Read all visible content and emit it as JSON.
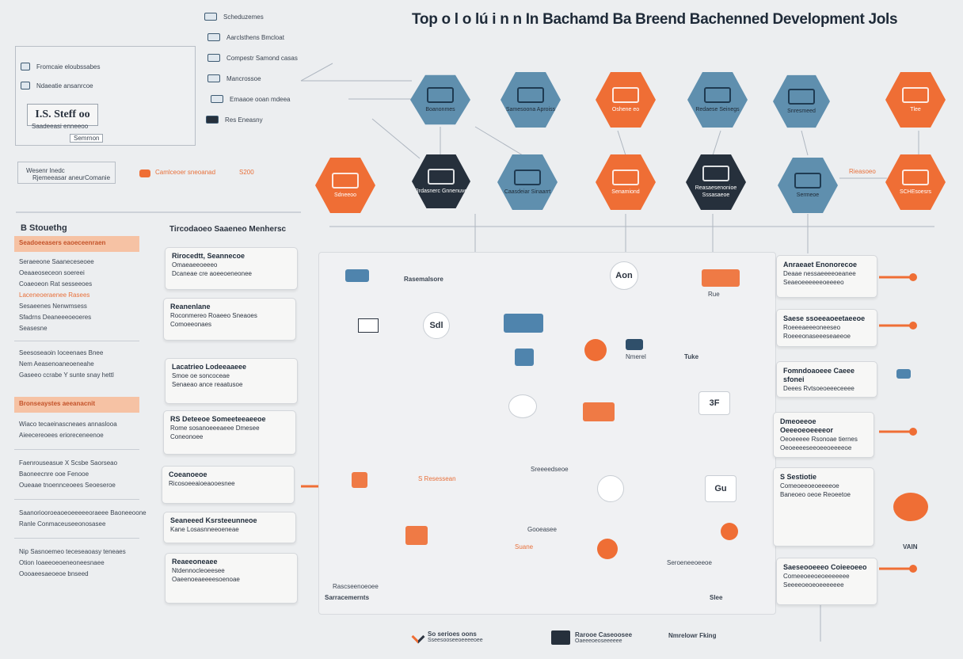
{
  "title": "Top o l o lú i n n In Bachamd Ba Breend Bachenned Development Jols",
  "legend_top": [
    {
      "icon": "server-icon",
      "label": "Scheduzemes"
    },
    {
      "icon": "database-icon",
      "label": "Aarclsthens Bmcloat"
    },
    {
      "icon": "browser-icon",
      "label": "Compestr Samond casas"
    },
    {
      "icon": "api-icon",
      "label": "Mancrossoe"
    },
    {
      "icon": "folder-icon",
      "label": "Emaaoe ooan mdeea"
    },
    {
      "icon": "terminal-icon",
      "label": "Res Eneasny"
    }
  ],
  "key_box": {
    "line1": "Fromcaie eloubssabes",
    "line2": "Ndaeatie ansanrcoe",
    "big": "I.S. Steff oo",
    "line3": "Saadeeasi enneeoo",
    "footer": "Semrnon"
  },
  "left_key": {
    "label1": "Wesenr lnedc",
    "label2": "Rjemeeasar aneur",
    "label3": "Comanie",
    "arrow_label": "Camlceoer sneoanad",
    "arrow_value": "S200"
  },
  "hex_row1": [
    {
      "label": "Boanonmes",
      "color": "blue"
    },
    {
      "label": "Samesoona Aproiss",
      "color": "blue"
    },
    {
      "label": "Oshene eo",
      "color": "orange"
    },
    {
      "label": "Redaese Seinegs",
      "color": "blue"
    },
    {
      "label": "Snresmeed",
      "color": "blue"
    },
    {
      "label": "Tlee",
      "color": "orange"
    }
  ],
  "hex_row2": [
    {
      "label": "Sdneeoo",
      "color": "orange"
    },
    {
      "label": "Rrdasnerc Gnnenuve",
      "color": "dark"
    },
    {
      "label": "Caasdeiar Sinaarrt",
      "color": "blue"
    },
    {
      "label": "Senamiond",
      "color": "orange"
    },
    {
      "label": "Reasaesenonioe Sssasaeoe",
      "color": "dark"
    },
    {
      "label": "Sermeoe",
      "color": "blue"
    },
    {
      "label": "SCHEsoesrs",
      "color": "orange"
    }
  ],
  "right_arrow_label": "Rieasoeo",
  "left_panel": {
    "heading": "B Stouethg",
    "bar1": "Seadoeeasers eaoeceenraen",
    "items1": [
      "Seraeeone Saaneceseoee",
      "Oeaaeoseceon soereei",
      "Coaeoeon Rat sesseeoes",
      "Laceneoeraenee Rasees",
      "Sesaeenes Nenwmsess",
      "Sfadrns Deaneeeoeoeres",
      "Seasesne"
    ],
    "items2": [
      "Seesoseaoin Ioceenaes Bnee",
      "Nem Aeasenoaneoeneahe",
      "Gaseeo ccrabe Y sunte snay hettl"
    ],
    "bar2": "Bronseaystes aeeanacnit",
    "items3": [
      "Wiaco tecaeinascneaes annaslooa",
      "Aieecereoees erioreceneenoe"
    ],
    "items4": [
      "Faenrouseasue X Scsbe Saorseao",
      "Baoneecnre ooe Fenooe",
      "Oueaae tnoennceoees Seoeseroe"
    ],
    "items5": [
      "Saanoriooroeaoeoeeeeeoraeee Baoneeoone",
      "Ranle Conmaceuseeonosasee"
    ],
    "items6": [
      "Nip Sasnoemeo teceseaoasy teneaes",
      "Otion Ioaeeoeoeneoneesnaee",
      "Oooaeesaeoeoe bnseed"
    ]
  },
  "middle_heading": "Tircodaoeo Saaeneo Menhersc",
  "cards": [
    {
      "h": "Rirocedtt, Seannecoe",
      "t1": "Omaeaeeoeeeo",
      "t2": "Dcaneae cre aoeeoeneonee"
    },
    {
      "h": "Reanenlane",
      "t1": "Roconmereo Roaeeo Sneaoes",
      "t2": "Comoeeonaes"
    },
    {
      "h": "Lacatrieo Lodeeaaeee",
      "t1": "Smoe oe soncoceae",
      "t2": "Senaeao ance reaatusoe"
    },
    {
      "h": "RS Deteeoe Someeteeaeeoe",
      "t1": "Rome sosanoeeeaeee Dmesee",
      "t2": "Coneonoee"
    },
    {
      "h": "Coeanoeoe",
      "t1": "Ricosoeeaioeaooesnee",
      "t2": ""
    },
    {
      "h": "Seaneeed Ksrsteeunneoe",
      "t1": "Kane Losasnneeoeneae",
      "t2": ""
    },
    {
      "h": "Reaeeoneaee",
      "t1": "Ntdennocleoeesee",
      "t2": "Oaeenoeaeeeesoenoae"
    }
  ],
  "right_cards": [
    {
      "h": "Anraeaet Enonorecoe",
      "t1": "Deaae nessaeeeeoeanee",
      "t2": "Seaeoeeeeeeoeeeeo"
    },
    {
      "h": "Saese ssoeeaoeetaeeoe",
      "t1": "Roeeeaeeeoneeseo",
      "t2": "Roeeeonaseeeseaeeoe"
    },
    {
      "h": "Fomndoaoeee Caeee sfonei",
      "t1": "Deees Rvtsoeoeeeceeee",
      "t2": ""
    },
    {
      "h": "Dmeoeeoe Oeeeoeoeeeeor",
      "t1": "Oeoeeeee Rsonoae tiernes",
      "t2": "Oeoeeeeseeoeeoeeeeoe"
    },
    {
      "h": "S Sestiotie",
      "t1": "Comeoeeoeoeeeeoe",
      "t2": "Baneoeo oeoe Reoeetoe"
    },
    {
      "h": "Saeseooeeeo Coieeoeeo",
      "t1": "Comeeoeeoeoeeeeeee",
      "t2": "Seeeeoeoeoeeeeeee"
    }
  ],
  "diagram_labels": {
    "n1": "Rasemalsore",
    "n2": "Aon",
    "n3": "3F",
    "n4": "Sdl",
    "n5": "Gu",
    "n6": "Nmerel",
    "n7": "Tuke",
    "n8": "Sreeeedseoe",
    "n9": "Gooeasee",
    "n10": "Suane",
    "n11": "Sarracemernts",
    "n12": "Seroeneeoeeoe",
    "n13": "Rascseenoeoee",
    "n14": "Slee",
    "n15": "Rue",
    "n16": "S Resessean",
    "n17": "VAIN"
  },
  "bottom": [
    {
      "icon": "laptop-icon",
      "label": "So serioes oons",
      "sub": "Sseesooseeoeeeeoee"
    },
    {
      "icon": "server-rack-icon",
      "label": "Rarooe Caseoosee",
      "sub": "Oaeeeoeoseeeeee"
    },
    {
      "icon": "",
      "label": "Nmrelowr Fking",
      "sub": ""
    }
  ],
  "colors": {
    "accent": "#ef6e35",
    "blue": "#5f8fae",
    "dark": "#26303c",
    "background": "#eceef0"
  }
}
